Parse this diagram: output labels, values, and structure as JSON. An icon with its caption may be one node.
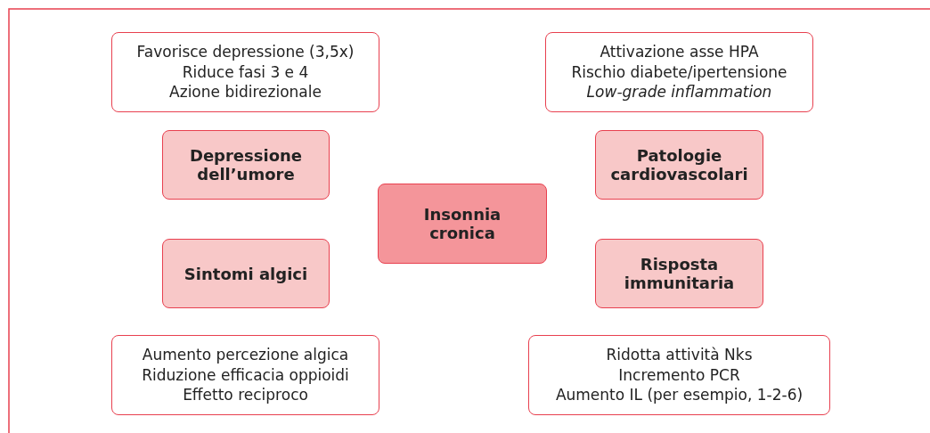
{
  "diagram": {
    "nodes": [
      {
        "text": [
          "Favorisce depressione (3,5x)",
          "Riduce fasi 3 e 4",
          "Azione bidirezionale"
        ]
      },
      {
        "text": [
          "Attivazione asse HPA",
          "Rischio diabete/ipertensione",
          "Low-grade inflammation"
        ]
      },
      {
        "text": [
          "Depressione dell’umore"
        ]
      },
      {
        "text": [
          "Patologie cardiovascolari"
        ]
      },
      {
        "text": [
          "Insonnia cronica"
        ]
      },
      {
        "text": [
          "Sintomi algici"
        ]
      },
      {
        "text": [
          "Risposta immunitaria"
        ]
      },
      {
        "text": [
          "Aumento percezione algica",
          "Riduzione efficacia oppioidi",
          "Effetto reciproco"
        ]
      },
      {
        "text": [
          "Ridotta attività Nks",
          "Incremento PCR",
          "Aumento IL (per esempio, 1-2-6)"
        ]
      }
    ]
  }
}
